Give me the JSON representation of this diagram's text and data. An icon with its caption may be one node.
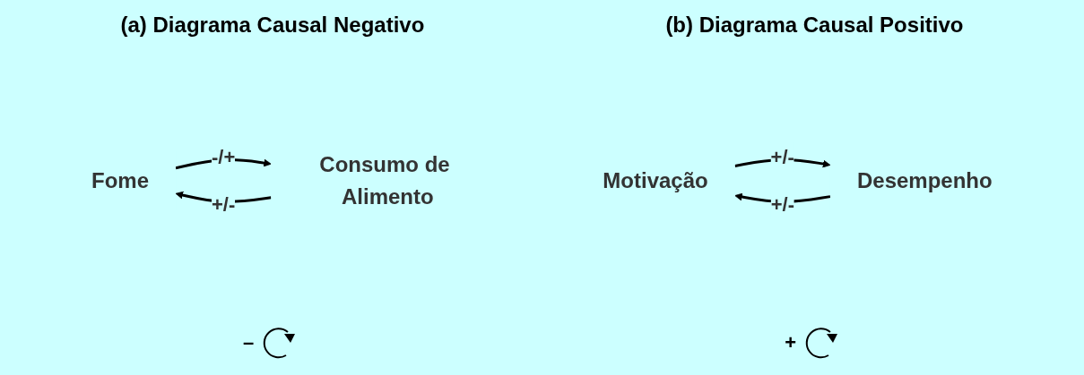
{
  "diagram": {
    "nodes": [
      {
        "text": [
          "Fome"
        ]
      },
      {
        "text": [
          "Consumo de Alimento"
        ]
      },
      {
        "text": [
          "Motivação"
        ]
      },
      {
        "text": [
          "Desempenho"
        ]
      }
    ],
    "edges": [
      {
        "from": 0,
        "to": 1,
        "arrow": "to",
        "label": "-/+"
      },
      {
        "from": 1,
        "to": 0,
        "arrow": "to",
        "label": "+/-"
      },
      {
        "from": 2,
        "to": 3,
        "arrow": "to",
        "label": "+/-"
      },
      {
        "from": 3,
        "to": 2,
        "arrow": "to",
        "label": "+/-"
      }
    ],
    "labels": [
      "(a) Diagrama Causal Negativo",
      "(b) Diagrama Causal Positivo",
      "–",
      "+"
    ]
  }
}
